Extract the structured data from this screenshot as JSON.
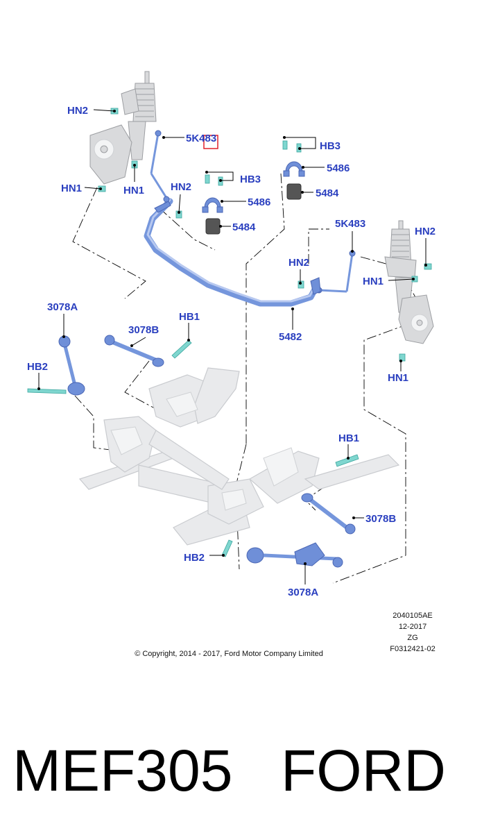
{
  "diagram": {
    "callouts": {
      "hn2_strut_left": "HN2",
      "sk483_left": "5K483",
      "hb3_left": "HB3",
      "p5486_left": "5486",
      "p5484_left": "5484",
      "hb3_right": "HB3",
      "p5486_right": "5486",
      "p5484_right": "5484",
      "hn1_left_a": "HN1",
      "hn1_left_b": "HN1",
      "hn2_bar_left": "HN2",
      "sk483_right": "5K483",
      "hn2_strut_right": "HN2",
      "hn2_bar_right": "HN2",
      "hn1_right_a": "HN1",
      "p3078a_left": "3078A",
      "p3078b_left": "3078B",
      "hb1_left": "HB1",
      "p5482": "5482",
      "hb2_left": "HB2",
      "hn1_right_b": "HN1",
      "hb1_right": "HB1",
      "p3078b_right": "3078B",
      "hb2_right": "HB2",
      "p3078a_right": "3078A"
    },
    "info": {
      "line1": "2040105AE",
      "line2": "12-2017",
      "line3": "ZG",
      "line4": "F0312421-02"
    },
    "copyright": "© Copyright, 2014 - 2017, Ford Motor Company Limited"
  },
  "caption": {
    "code": "MEF305",
    "brand": "FORD"
  },
  "colors": {
    "callout_text": "#2a3fbf",
    "highlight_box": "#e0202a",
    "part_blue": "#6f8fd8",
    "fastener_cyan": "#7fd6cf",
    "frame_gray": "#e9eaec"
  }
}
